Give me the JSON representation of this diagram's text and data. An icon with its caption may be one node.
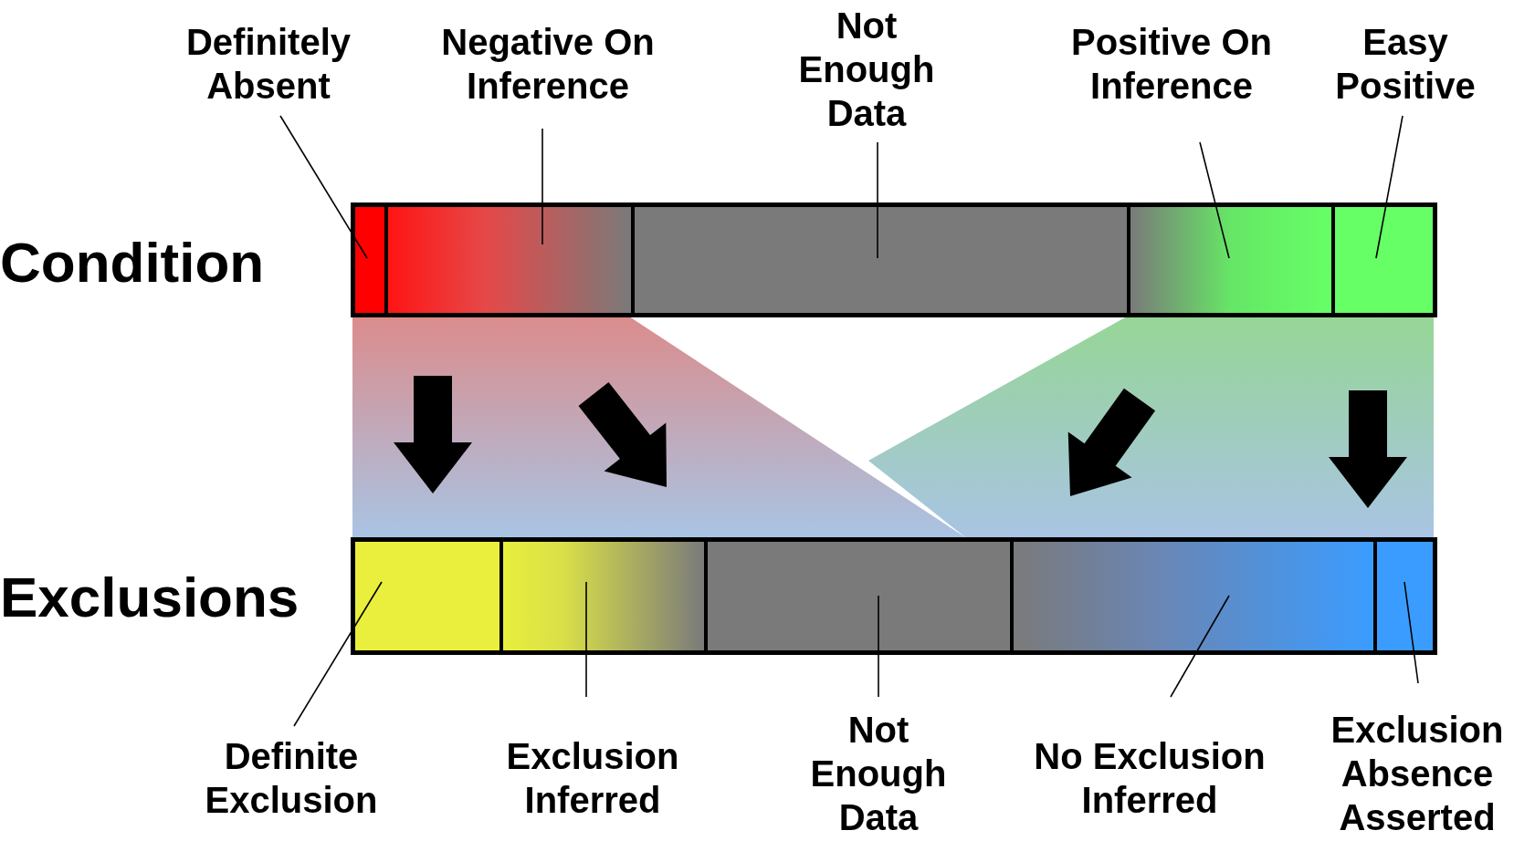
{
  "diagram": {
    "nodes": [
      {
        "text": [
          "Definitely Absent"
        ]
      },
      {
        "text": [
          "Negative On Inference"
        ]
      },
      {
        "text": [
          "Not Enough Data"
        ]
      },
      {
        "text": [
          "Positive On Inference"
        ]
      },
      {
        "text": [
          "Easy Positive"
        ]
      },
      {
        "text": [
          "Condition"
        ]
      },
      {
        "text": [],
        "shape": "bar",
        "in": 5
      },
      {
        "text": [],
        "shape": "bar",
        "in": 5
      },
      {
        "text": [],
        "shape": "bar",
        "in": 5
      },
      {
        "text": [],
        "shape": "bar",
        "in": 5
      },
      {
        "text": [],
        "shape": "bar",
        "in": 5
      },
      {
        "text": [
          "Exclusions"
        ]
      },
      {
        "text": [],
        "shape": "bar",
        "in": 11
      },
      {
        "text": [],
        "shape": "bar",
        "in": 11
      },
      {
        "text": [],
        "shape": "bar",
        "in": 11
      },
      {
        "text": [],
        "shape": "bar",
        "in": 11
      },
      {
        "text": [],
        "shape": "bar",
        "in": 11
      },
      {
        "text": [
          "Definite Exclusion"
        ]
      },
      {
        "text": [
          "Exclusion Inferred"
        ]
      },
      {
        "text": [
          "Not Enough Data"
        ]
      },
      {
        "text": [
          "No Exclusion Inferred"
        ]
      },
      {
        "text": [
          "Exclusion Absence Asserted"
        ]
      }
    ],
    "edges": [
      {
        "from": 0,
        "to": 6,
        "arrow": "none"
      },
      {
        "from": 1,
        "to": 7,
        "arrow": "none"
      },
      {
        "from": 2,
        "to": 8,
        "arrow": "none"
      },
      {
        "from": 3,
        "to": 9,
        "arrow": "none"
      },
      {
        "from": 4,
        "to": 10,
        "arrow": "none"
      },
      {
        "from": 17,
        "to": 12,
        "arrow": "none"
      },
      {
        "from": 18,
        "to": 13,
        "arrow": "none"
      },
      {
        "from": 19,
        "to": 14,
        "arrow": "none"
      },
      {
        "from": 20,
        "to": 15,
        "arrow": "none"
      },
      {
        "from": 21,
        "to": 16,
        "arrow": "none"
      }
    ]
  }
}
